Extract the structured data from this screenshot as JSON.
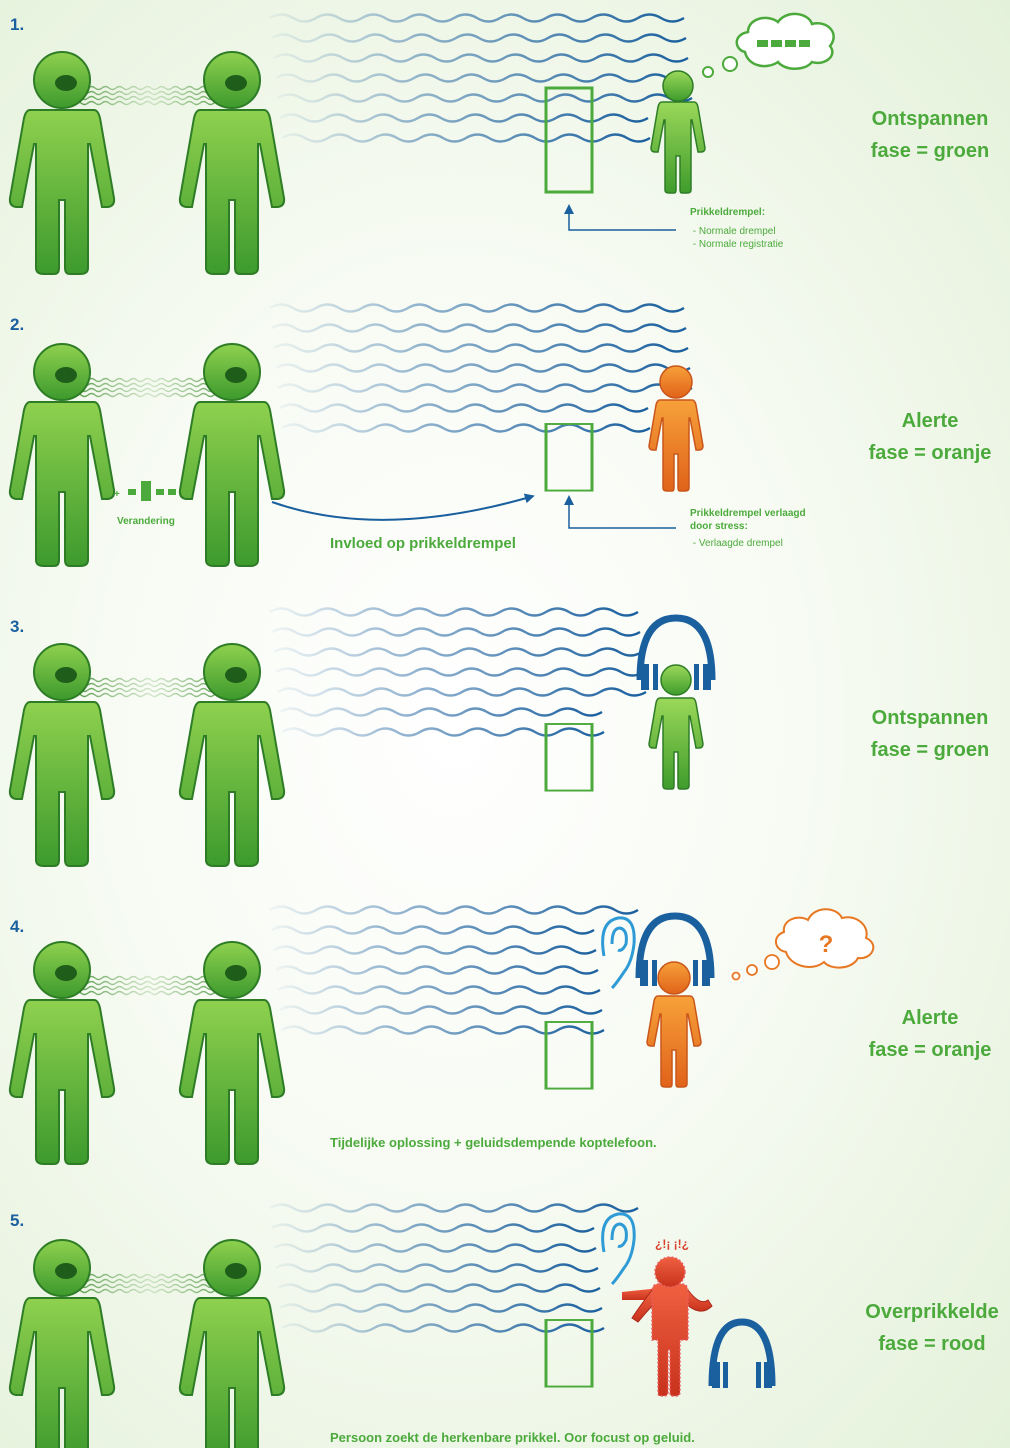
{
  "colors": {
    "green": "#4caa3c",
    "green_dark": "#2e7d26",
    "orange": "#e87722",
    "red": "#d8402a",
    "blue": "#1a5f9e",
    "light_blue": "#2f9bd6"
  },
  "icons": {
    "person": "person-silhouette-icon",
    "headphones": "headphones-icon",
    "ear": "ear-icon",
    "thought_bubble": "thought-bubble-icon",
    "sound_waves": "sound-wave-icon",
    "threshold": "threshold-frame-icon"
  },
  "scenes": [
    {
      "number": "1.",
      "phase_line1": "Ontspannen",
      "phase_line2": "fase = groen",
      "listener_state": "green",
      "note_title": "Prikkeldrempel:",
      "note_lines": [
        " - Normale drempel",
        " - Normale registratie"
      ]
    },
    {
      "number": "2.",
      "phase_line1": "Alerte",
      "phase_line2": "fase = oranje",
      "listener_state": "orange",
      "note_title": "Prikkeldrempel verlaagd",
      "note_title2": "door stress:",
      "note_lines": [
        " - Verlaagde drempel"
      ],
      "change_plus": "+",
      "change_label": "Verandering",
      "influence_label": "Invloed op prikkeldrempel"
    },
    {
      "number": "3.",
      "phase_line1": "Ontspannen",
      "phase_line2": "fase = groen",
      "listener_state": "green",
      "headphones_on": true
    },
    {
      "number": "4.",
      "phase_line1": "Alerte",
      "phase_line2": "fase = oranje",
      "listener_state": "orange",
      "headphones_on": true,
      "thought_symbol": "?",
      "caption": "Tijdelijke oplossing + geluidsdempende koptelefoon."
    },
    {
      "number": "5.",
      "phase_line1": "Overprikkelde",
      "phase_line2": "fase = rood",
      "listener_state": "red",
      "headphones_on": false,
      "stress_marks": "¿!¡ ¡!¿",
      "caption": "Persoon zoekt de herkenbare prikkel. Oor focust op geluid."
    }
  ]
}
